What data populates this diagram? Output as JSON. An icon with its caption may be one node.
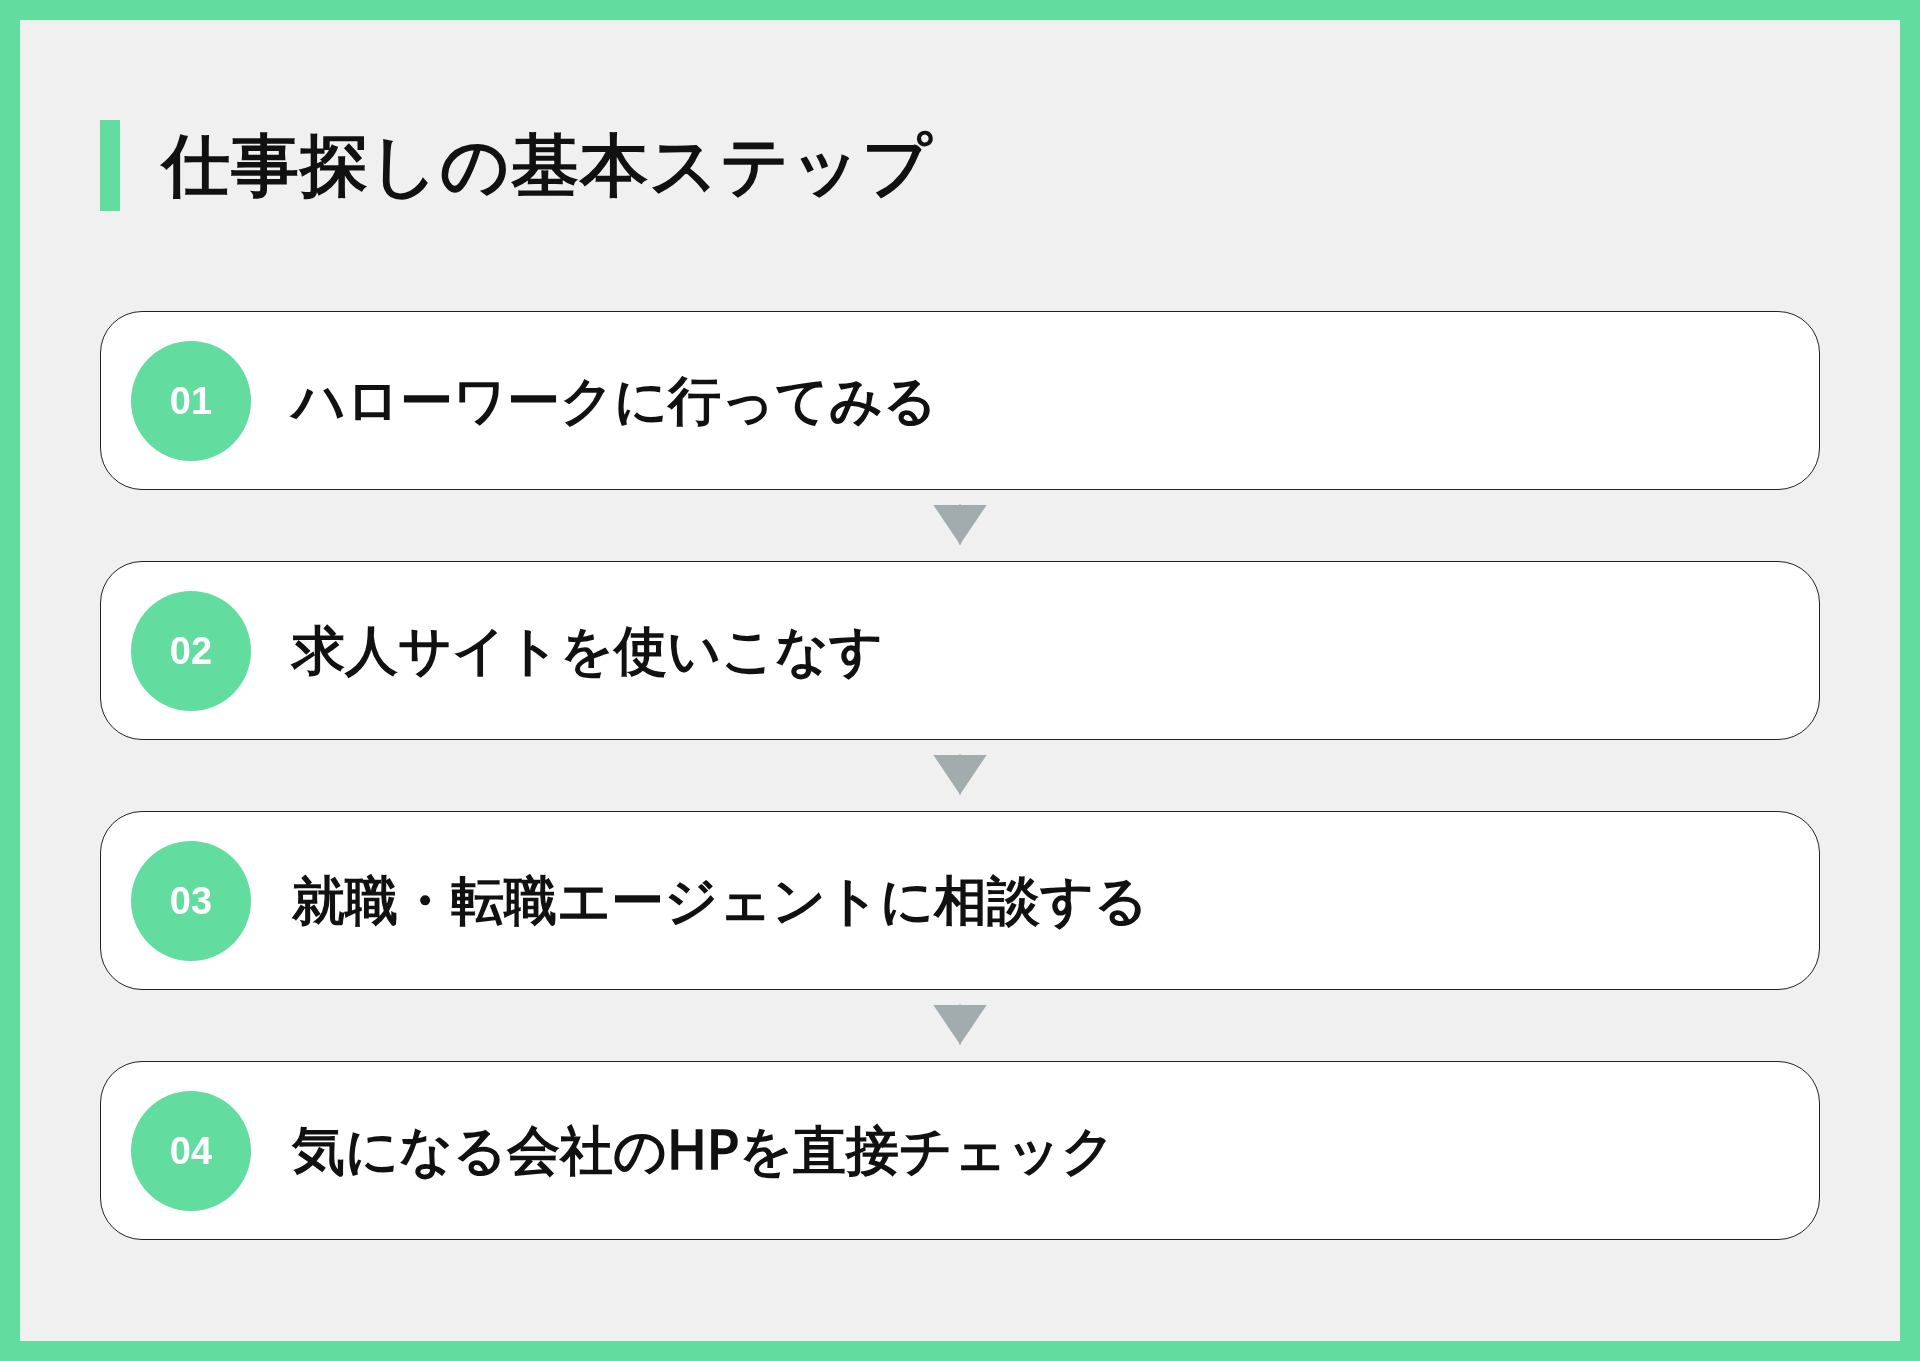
{
  "diagram": {
    "title": "仕事探しの基本ステップ",
    "nodes": [
      {
        "text": [
          "ハローワークに行ってみる"
        ]
      },
      {
        "text": [
          "01"
        ],
        "in": 0
      },
      {
        "text": [
          "求人サイトを使いこなす"
        ]
      },
      {
        "text": [
          "02"
        ],
        "in": 2
      },
      {
        "text": [
          "就職・転職エージェントに相談する"
        ]
      },
      {
        "text": [
          "03"
        ],
        "in": 4
      },
      {
        "text": [
          "気になる会社のHPを直接チェック"
        ]
      },
      {
        "text": [
          "04"
        ],
        "in": 6
      }
    ],
    "edges": [
      {
        "from": 0,
        "to": 2,
        "arrow": "to"
      },
      {
        "from": 2,
        "to": 4,
        "arrow": "to"
      },
      {
        "from": 4,
        "to": 6,
        "arrow": "to"
      }
    ]
  }
}
